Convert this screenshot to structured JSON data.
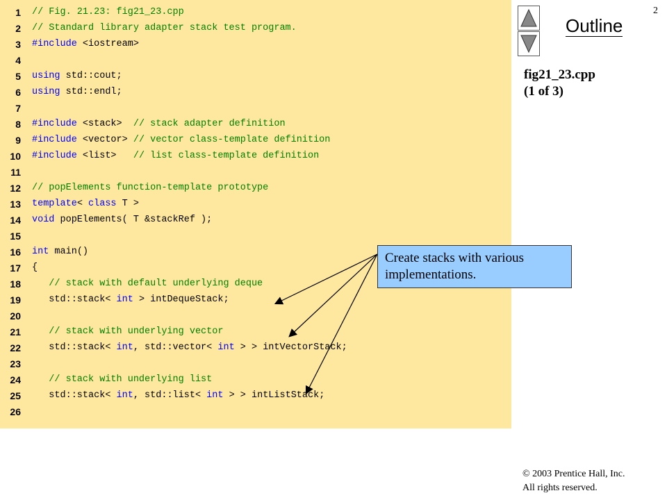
{
  "page_number": "2",
  "outline": {
    "title": "Outline",
    "up_icon": "triangle-up-icon",
    "down_icon": "triangle-down-icon"
  },
  "file_label": {
    "name": "fig21_23.cpp",
    "part": "(1 of 3)"
  },
  "callout": {
    "text": "Create stacks with various implementations."
  },
  "copyright": {
    "line1": "© 2003 Prentice Hall, Inc.",
    "line2": "All rights reserved."
  },
  "code": [
    {
      "n": "1",
      "tokens": [
        {
          "t": "// Fig. 21.23: fig21_23.cpp",
          "c": "comment"
        }
      ]
    },
    {
      "n": "2",
      "tokens": [
        {
          "t": "// Standard library adapter stack test program.",
          "c": "comment"
        }
      ]
    },
    {
      "n": "3",
      "tokens": [
        {
          "t": "#include ",
          "c": "keyword"
        },
        {
          "t": "<iostream>",
          "c": "plain"
        }
      ]
    },
    {
      "n": "4",
      "tokens": []
    },
    {
      "n": "5",
      "tokens": [
        {
          "t": "using",
          "c": "keyword"
        },
        {
          "t": " std::cout;",
          "c": "plain"
        }
      ]
    },
    {
      "n": "6",
      "tokens": [
        {
          "t": "using",
          "c": "keyword"
        },
        {
          "t": " std::endl;",
          "c": "plain"
        }
      ]
    },
    {
      "n": "7",
      "tokens": []
    },
    {
      "n": "8",
      "tokens": [
        {
          "t": "#include ",
          "c": "keyword"
        },
        {
          "t": "<stack>  ",
          "c": "plain"
        },
        {
          "t": "// stack adapter definition",
          "c": "comment"
        }
      ]
    },
    {
      "n": "9",
      "tokens": [
        {
          "t": "#include ",
          "c": "keyword"
        },
        {
          "t": "<vector> ",
          "c": "plain"
        },
        {
          "t": "// vector class-template definition",
          "c": "comment"
        }
      ]
    },
    {
      "n": "10",
      "tokens": [
        {
          "t": "#include ",
          "c": "keyword"
        },
        {
          "t": "<list>   ",
          "c": "plain"
        },
        {
          "t": "// list class-template definition",
          "c": "comment"
        }
      ]
    },
    {
      "n": "11",
      "tokens": []
    },
    {
      "n": "12",
      "tokens": [
        {
          "t": "// popElements function-template prototype",
          "c": "comment"
        }
      ]
    },
    {
      "n": "13",
      "tokens": [
        {
          "t": "template",
          "c": "keyword"
        },
        {
          "t": "< ",
          "c": "plain"
        },
        {
          "t": "class",
          "c": "keyword"
        },
        {
          "t": " T >",
          "c": "plain"
        }
      ]
    },
    {
      "n": "14",
      "tokens": [
        {
          "t": "void",
          "c": "keyword"
        },
        {
          "t": " popElements( T &stackRef );",
          "c": "plain"
        }
      ]
    },
    {
      "n": "15",
      "tokens": []
    },
    {
      "n": "16",
      "tokens": [
        {
          "t": "int",
          "c": "keyword"
        },
        {
          "t": " main()",
          "c": "plain"
        }
      ]
    },
    {
      "n": "17",
      "tokens": [
        {
          "t": "{",
          "c": "plain"
        }
      ]
    },
    {
      "n": "18",
      "tokens": [
        {
          "t": "   // stack with default underlying deque",
          "c": "comment"
        }
      ]
    },
    {
      "n": "19",
      "tokens": [
        {
          "t": "   std::stack< ",
          "c": "plain"
        },
        {
          "t": "int",
          "c": "keyword"
        },
        {
          "t": " > intDequeStack;",
          "c": "plain"
        }
      ]
    },
    {
      "n": "20",
      "tokens": []
    },
    {
      "n": "21",
      "tokens": [
        {
          "t": "   // stack with underlying vector",
          "c": "comment"
        }
      ]
    },
    {
      "n": "22",
      "tokens": [
        {
          "t": "   std::stack< ",
          "c": "plain"
        },
        {
          "t": "int",
          "c": "keyword"
        },
        {
          "t": ", std::vector< ",
          "c": "plain"
        },
        {
          "t": "int",
          "c": "keyword"
        },
        {
          "t": " > > intVectorStack;",
          "c": "plain"
        }
      ]
    },
    {
      "n": "23",
      "tokens": []
    },
    {
      "n": "24",
      "tokens": [
        {
          "t": "   // stack with underlying list",
          "c": "comment"
        }
      ]
    },
    {
      "n": "25",
      "tokens": [
        {
          "t": "   std::stack< ",
          "c": "plain"
        },
        {
          "t": "int",
          "c": "keyword"
        },
        {
          "t": ", std::list< ",
          "c": "plain"
        },
        {
          "t": "int",
          "c": "keyword"
        },
        {
          "t": " > > intListStack;",
          "c": "plain"
        }
      ]
    },
    {
      "n": "26",
      "tokens": []
    }
  ]
}
